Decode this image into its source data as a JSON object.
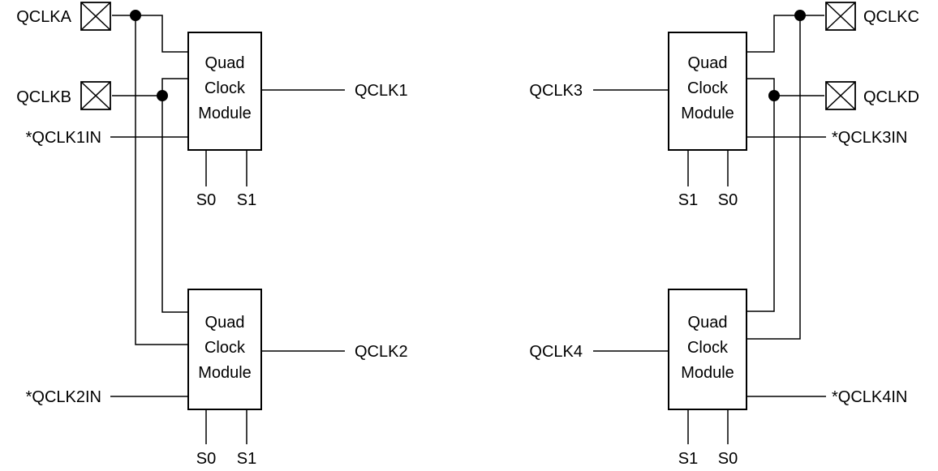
{
  "pads": {
    "qclka": "QCLKA",
    "qclkb": "QCLKB",
    "qclkc": "QCLKC",
    "qclkd": "QCLKD"
  },
  "module_text": [
    "Quad",
    "Clock",
    "Module"
  ],
  "outputs": {
    "qclk1": "QCLK1",
    "qclk2": "QCLK2",
    "qclk3": "QCLK3",
    "qclk4": "QCLK4"
  },
  "inputs": {
    "qclk1in": "*QCLK1IN",
    "qclk2in": "*QCLK2IN",
    "qclk3in": "*QCLK3IN",
    "qclk4in": "*QCLK4IN"
  },
  "selects": {
    "s0": "S0",
    "s1": "S1"
  }
}
